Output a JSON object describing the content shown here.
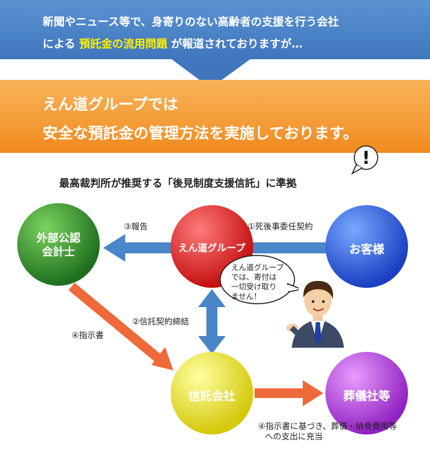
{
  "header": {
    "line1": "新聞やニュース等で、身寄りのない高齢者の支援を行う会社",
    "line2_before": "による ",
    "line2_highlight": "預託金の流用問題",
    "line2_after": " が報道されておりますが…"
  },
  "banner": {
    "line1": "えん道グループでは",
    "line2": "安全な預託金の管理方法を実施しております。"
  },
  "caption": "最高裁判所が推奨する「後見制度支援信託」に準拠",
  "exclamation": "!",
  "nodes": {
    "auditor": [
      "外部公認",
      "会計士"
    ],
    "group": "えん道グループ",
    "customer": "お客様",
    "trust": "信託会社",
    "funeral": "葬儀社等"
  },
  "edges": {
    "report": "③報告",
    "contract": "①死後事委任契約",
    "trust_contract": "②信託契約締結",
    "instruction": "④指示書"
  },
  "speech": [
    "えん道グループ",
    "では、寄付は",
    "一切受け取り",
    "ません！"
  ],
  "note": [
    "④指示書に基づき、葬儀・納骨費用等",
    "への支出に充当"
  ],
  "colors": {
    "blue_banner": "#4a86c8",
    "orange_banner": "#f39a2e",
    "highlight": "#fff200",
    "auditor_node": "#2e8b2e",
    "group_node": "#e02020",
    "customer_node": "#2a52d8",
    "trust_node": "#e8e020",
    "funeral_node": "#b030d0",
    "arrow_blue": "#4a86c8",
    "arrow_orange": "#ee6a3a"
  }
}
